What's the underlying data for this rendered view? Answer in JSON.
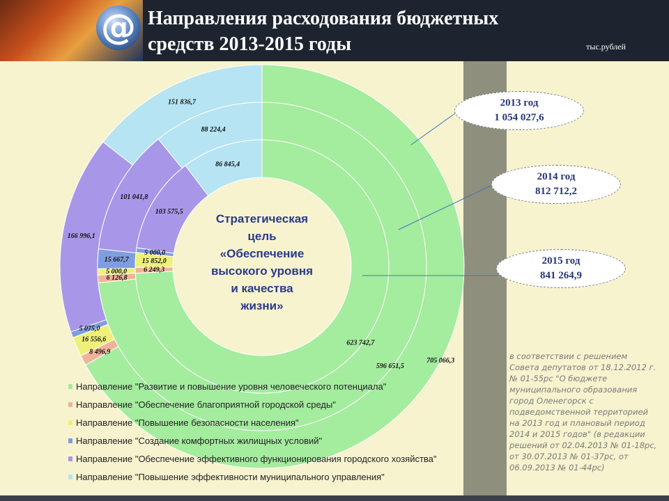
{
  "header": {
    "title_line1": "Направления расходования бюджетных",
    "title_line2": "средств 2013-2015 годы",
    "unit": "тыс.рублей",
    "logo_icon": "at-sign-icon",
    "logo_symbol": "@"
  },
  "colors": {
    "background": "#f7f3cf",
    "header": "#1d2430",
    "band": "#8f8f7e",
    "green": "#a4ec9e",
    "salmon": "#f0b49a",
    "yellow": "#eef07a",
    "blue": "#7f9ee0",
    "purple": "#a897e8",
    "lightblue": "#b6e4f2"
  },
  "center": {
    "lines": [
      "Стратегическая",
      "цель",
      "«Обеспечение",
      "высокого уровня",
      "и качества",
      "жизни»"
    ]
  },
  "callouts": [
    {
      "year": "2013 год",
      "total": "1 054 027,6"
    },
    {
      "year": "2014 год",
      "total": "812 712,2"
    },
    {
      "year": "2015 год",
      "total": "841 264,9"
    }
  ],
  "chart_data": {
    "type": "pie",
    "subtype": "doughnut",
    "unit": "тыс.рублей",
    "categories": [
      "Направление \"Развитие и повышение уровня человеческого потенциала\"",
      "Направление \"Обеспечение благоприятной  городской среды\"",
      "Направление \"Повышение безопасности населения\"",
      "Направление \"Создание комфортных жилищных условий\"",
      "Направление \"Обеспечение эффективного функционирования городского хозяйства\"",
      "Направление \"Повышение эффективности муниципального управления\""
    ],
    "series": [
      {
        "name": "2013 год",
        "values": [
          705066.3,
          8496.9,
          16556.6,
          5075.0,
          166996.1,
          151836.7
        ],
        "labels": [
          "705 066,3",
          "8 496,9",
          "16 556,6",
          "5 075,0",
          "166 996,1",
          "151 836,7"
        ]
      },
      {
        "name": "2014 год",
        "values": [
          596651.5,
          6126.8,
          5000.0,
          15667.7,
          101041.8,
          88224.4
        ],
        "labels": [
          "596 651,5",
          "6 126,8",
          "5 000,0",
          "15 667,7",
          "101 041,8",
          "88 224,4"
        ]
      },
      {
        "name": "2015 год",
        "values": [
          623742.7,
          6249.3,
          15852.0,
          5000.0,
          103575.5,
          86845.4
        ],
        "labels": [
          "623 742,7",
          "6 249,3",
          "15 852,0",
          "5 000,0",
          "103 575,5",
          "86 845,4"
        ]
      }
    ],
    "legend_position": "bottom"
  },
  "note": "в соответствии с решением Совета депутатов от 18.12.2012 г. № 01-55рс \"О бюджете муниципального образования город Оленегорск с подведомственной территорией на 2013 год и плановый период 2014 и 2015 годов\" (в редакции решений от 02.04.2013 № 01-18рс, от 30.07.2013 № 01-37рс, от 06.09.2013 № 01-44рс)"
}
